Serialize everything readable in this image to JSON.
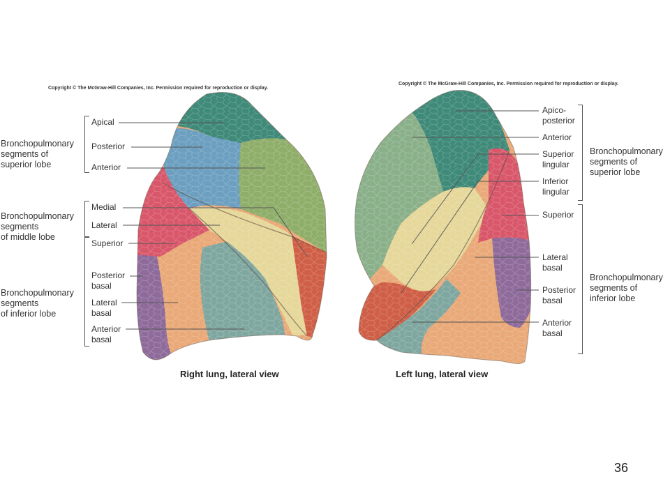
{
  "copyright_left": "Copyright © The McGraw-Hill Companies, Inc. Permission required for reproduction or display.",
  "copyright_right": "Copyright © The McGraw-Hill Companies, Inc. Permission required for reproduction or display.",
  "right_lung": {
    "caption": "Right lung, lateral view",
    "groups": [
      {
        "lines": [
          "Bronchopulmonary",
          "segments of",
          "superior lobe"
        ]
      },
      {
        "lines": [
          "Bronchopulmonary",
          "segments",
          "of middle lobe"
        ]
      },
      {
        "lines": [
          "Bronchopulmonary",
          "segments",
          "of inferior lobe"
        ]
      }
    ],
    "labels": {
      "apical": "Apical",
      "posterior": "Posterior",
      "anterior": "Anterior",
      "medial": "Medial",
      "lateral": "Lateral",
      "superior": "Superior",
      "posterior_basal": [
        "Posterior",
        "basal"
      ],
      "lateral_basal": [
        "Lateral",
        "basal"
      ],
      "anterior_basal": [
        "Anterior",
        "basal"
      ]
    }
  },
  "left_lung": {
    "caption": "Left lung, lateral view",
    "groups": [
      {
        "lines": [
          "Bronchopulmonary",
          "segments of",
          "superior lobe"
        ]
      },
      {
        "lines": [
          "Bronchopulmonary",
          "segments of",
          "inferior lobe"
        ]
      }
    ],
    "labels": {
      "apico_posterior": [
        "Apico-",
        "posterior"
      ],
      "anterior": "Anterior",
      "superior_lingular": [
        "Superior",
        "lingular"
      ],
      "inferior_lingular": [
        "Inferior",
        "lingular"
      ],
      "superior": "Superior",
      "lateral_basal": [
        "Lateral",
        "basal"
      ],
      "posterior_basal": [
        "Posterior",
        "basal"
      ],
      "anterior_basal": [
        "Anterior",
        "basal"
      ]
    }
  },
  "page_number": "36",
  "colors": {
    "teal": "#3f8a79",
    "blue": "#6c9fc0",
    "olive": "#8fae6a",
    "red": "#d9576a",
    "yellow": "#e6d79a",
    "orange": "#e9a978",
    "purple": "#8e6b9b",
    "grayteal": "#7fa7a0",
    "brick": "#cf5f47"
  }
}
